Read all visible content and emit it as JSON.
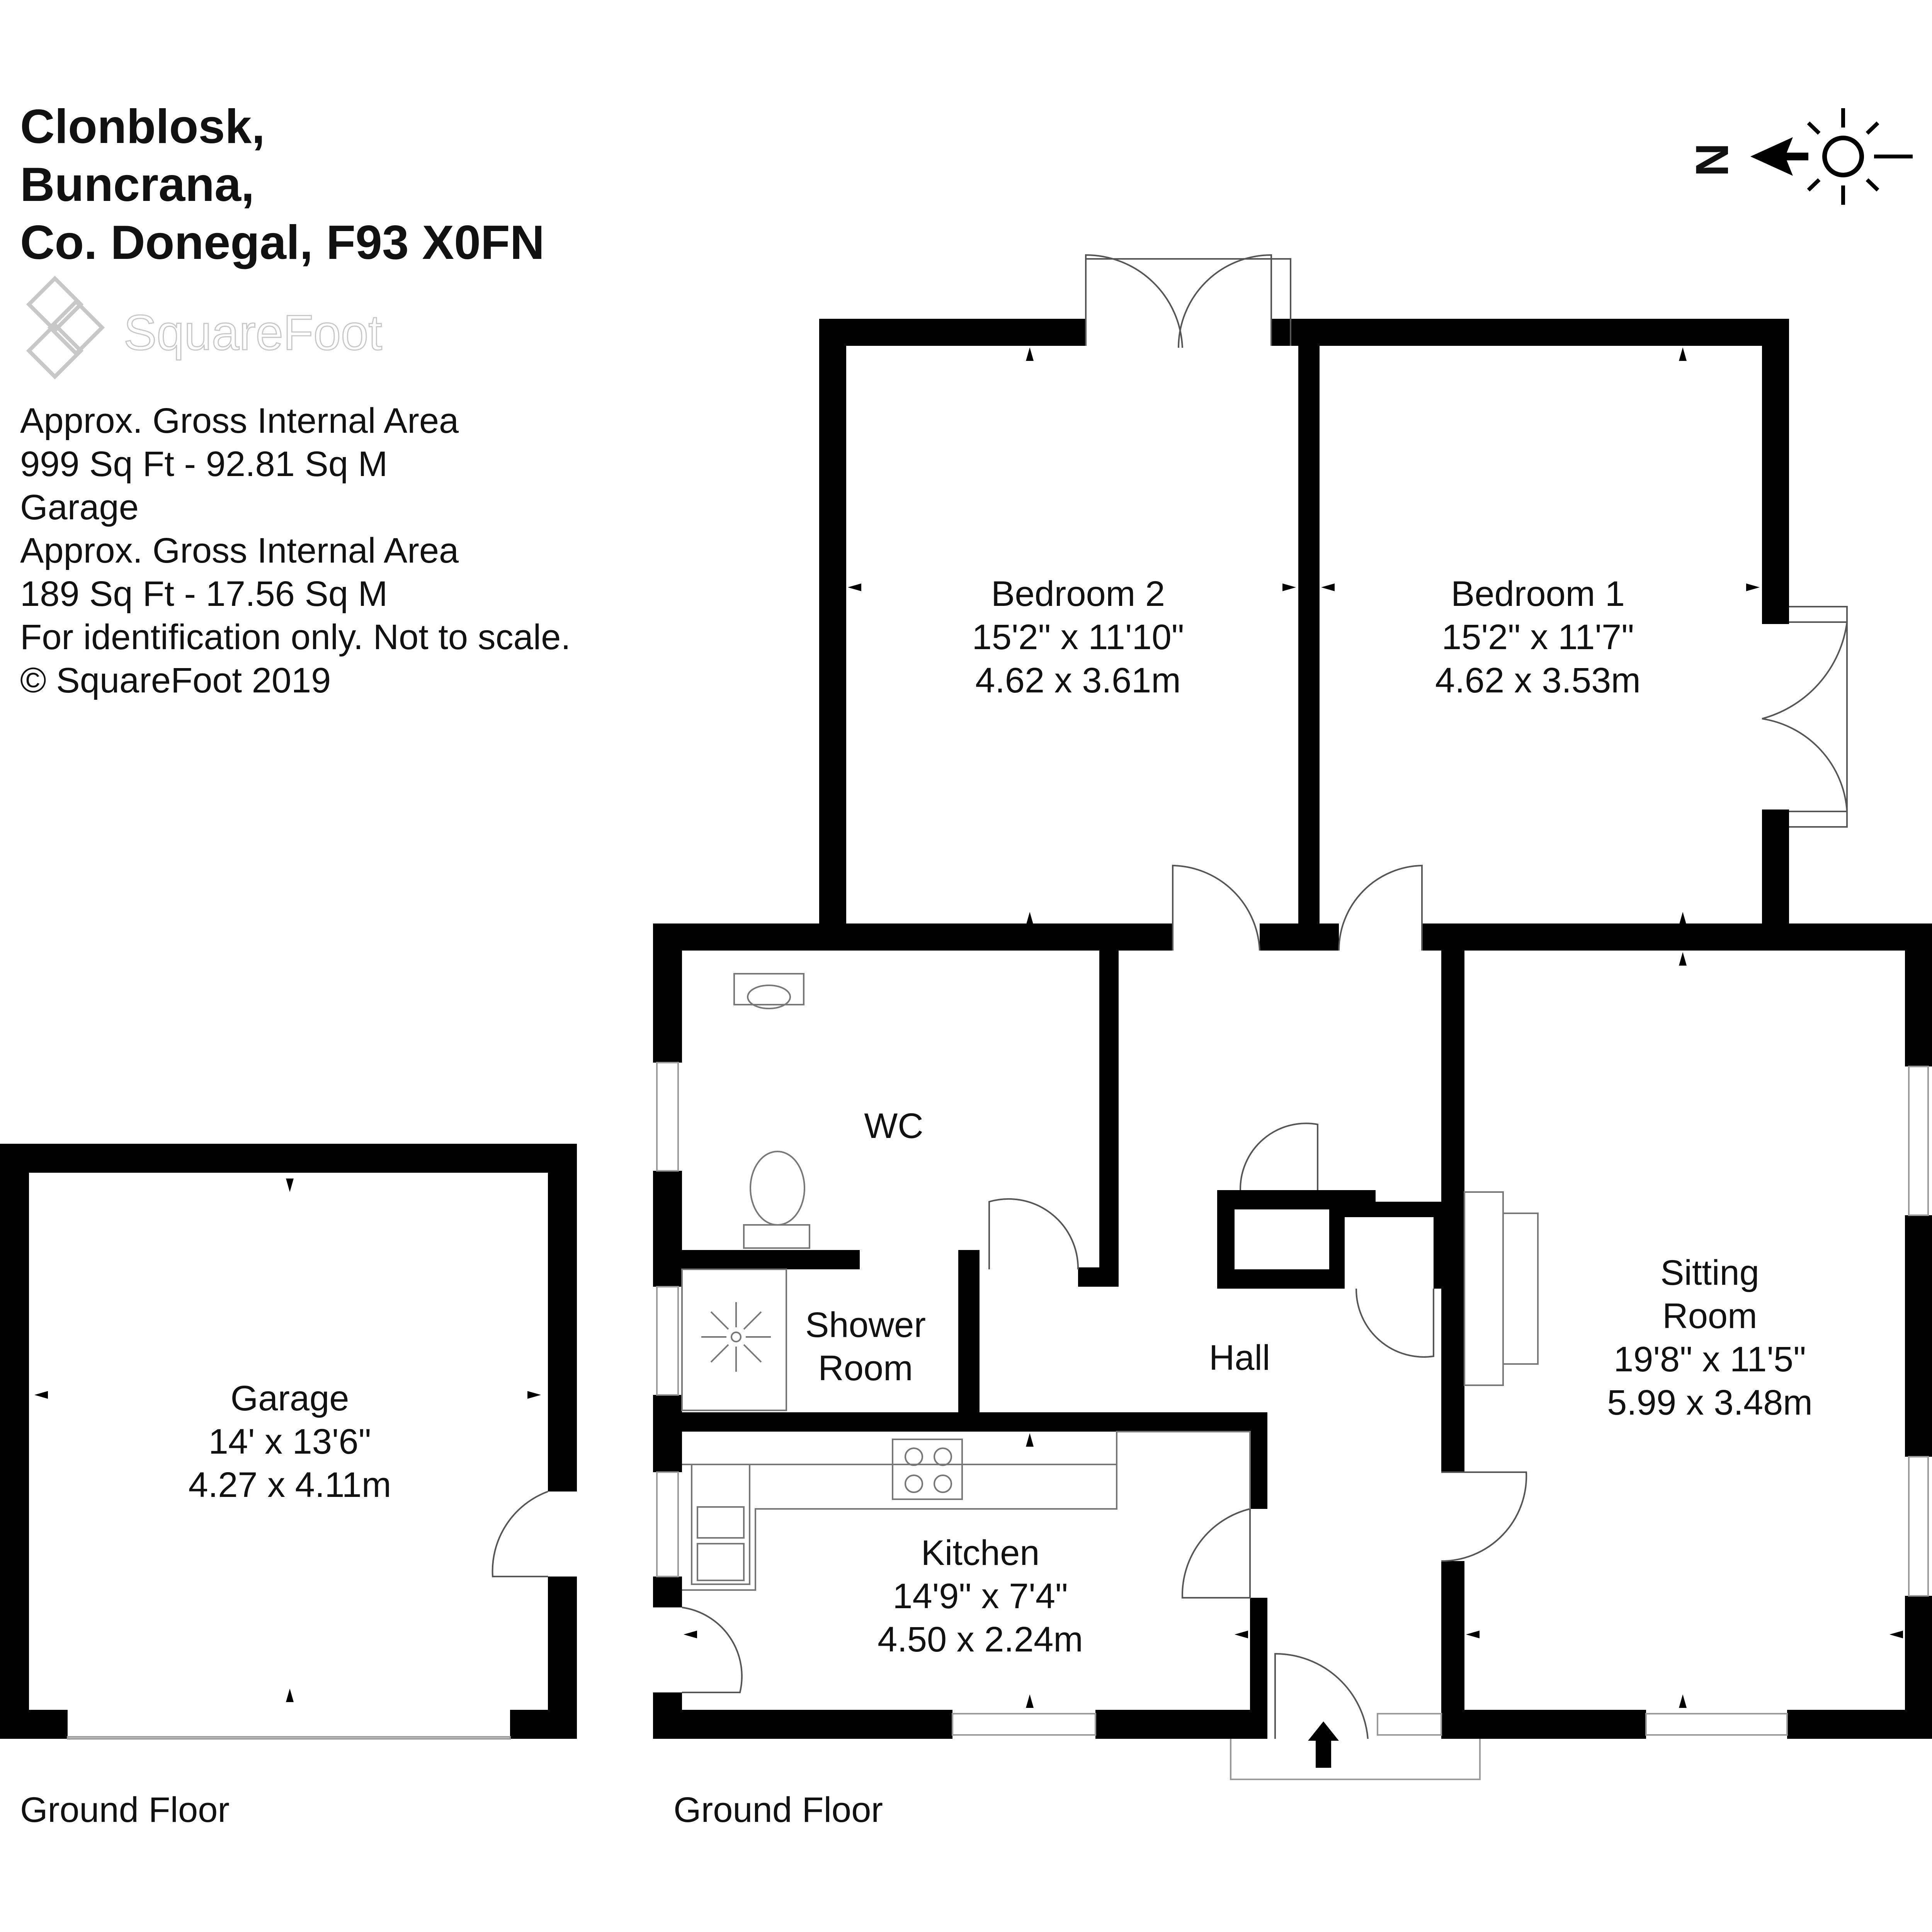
{
  "address": {
    "line1": "Clonblosk,",
    "line2": "Buncrana,",
    "line3": "Co. Donegal, F93 X0FN"
  },
  "logo_text": "SquareFoot",
  "area_info": [
    "Approx. Gross Internal Area",
    "999 Sq Ft  -  92.81 Sq M",
    "Garage",
    "Approx. Gross Internal Area",
    "189 Sq Ft  -  17.56 Sq M",
    "For identification only. Not to scale.",
    "© SquareFoot 2019"
  ],
  "compass_label": "N",
  "rooms": {
    "bedroom2": {
      "name": "Bedroom 2",
      "imperial": "15'2\" x 11'10\"",
      "metric": "4.62 x 3.61m"
    },
    "bedroom1": {
      "name": "Bedroom 1",
      "imperial": "15'2\" x 11'7\"",
      "metric": "4.62 x 3.53m"
    },
    "wc": {
      "name": "WC"
    },
    "shower": {
      "name_line1": "Shower",
      "name_line2": "Room"
    },
    "hall": {
      "name": "Hall"
    },
    "sitting": {
      "name_line1": "Sitting",
      "name_line2": "Room",
      "imperial": "19'8\" x 11'5\"",
      "metric": "5.99 x 3.48m"
    },
    "kitchen": {
      "name": "Kitchen",
      "imperial": "14'9\" x 7'4\"",
      "metric": "4.50 x 2.24m"
    },
    "garage": {
      "name": "Garage",
      "imperial": "14' x 13'6\"",
      "metric": "4.27 x 4.11m"
    }
  },
  "floor_labels": {
    "garage": "Ground Floor",
    "house": "Ground Floor"
  }
}
